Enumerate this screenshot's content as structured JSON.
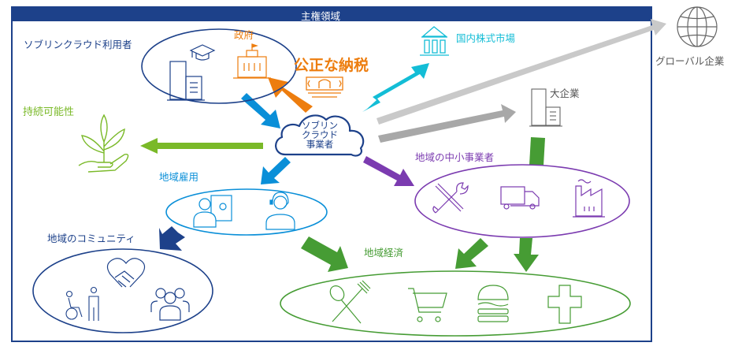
{
  "diagram": {
    "domain_title": "主権領域",
    "center": {
      "label_lines": [
        "ソブリン",
        "クラウド",
        "事業者"
      ]
    },
    "users_group": {
      "label": "ソブリンクラウド利用者",
      "government_label": "政府"
    },
    "tax": {
      "label": "公正な納税"
    },
    "stock_market": {
      "label": "国内株式市場"
    },
    "global_companies": {
      "label": "グローバル企業"
    },
    "large_companies": {
      "label": "大企業"
    },
    "sustainability": {
      "label": "持続可能性"
    },
    "employment": {
      "label": "地域雇用"
    },
    "smb": {
      "label": "地域の中小事業者"
    },
    "community": {
      "label": "地域のコミュニティ"
    },
    "economy": {
      "label": "地域経済"
    },
    "icons": {
      "users": [
        "education-cap-icon",
        "office-building-icon",
        "government-building-icon"
      ],
      "tax": "banknote-icon",
      "stock_market": "bank-icon",
      "global": "globe-icon",
      "large": "office-building-icon",
      "sustainability": "plant-in-hand-icon",
      "employment": [
        "worker-settings-icon",
        "headset-operator-icon"
      ],
      "smb": [
        "tools-icon",
        "delivery-truck-icon",
        "factory-icon"
      ],
      "community": [
        "wheelchair-person-icon",
        "handshake-heart-icon",
        "group-icon"
      ],
      "economy": [
        "restaurant-icon",
        "shopping-cart-icon",
        "burger-icon",
        "medical-cross-icon"
      ]
    },
    "colors": {
      "navy": "#1d418a",
      "orange": "#ed7d0e",
      "cyan": "#13bdd6",
      "blue": "#0a8fd8",
      "green_light": "#7ab928",
      "green": "#469c34",
      "purple": "#7b3bb0",
      "gray": "#a6a6a6",
      "gray_light": "#c9c9c9"
    }
  }
}
